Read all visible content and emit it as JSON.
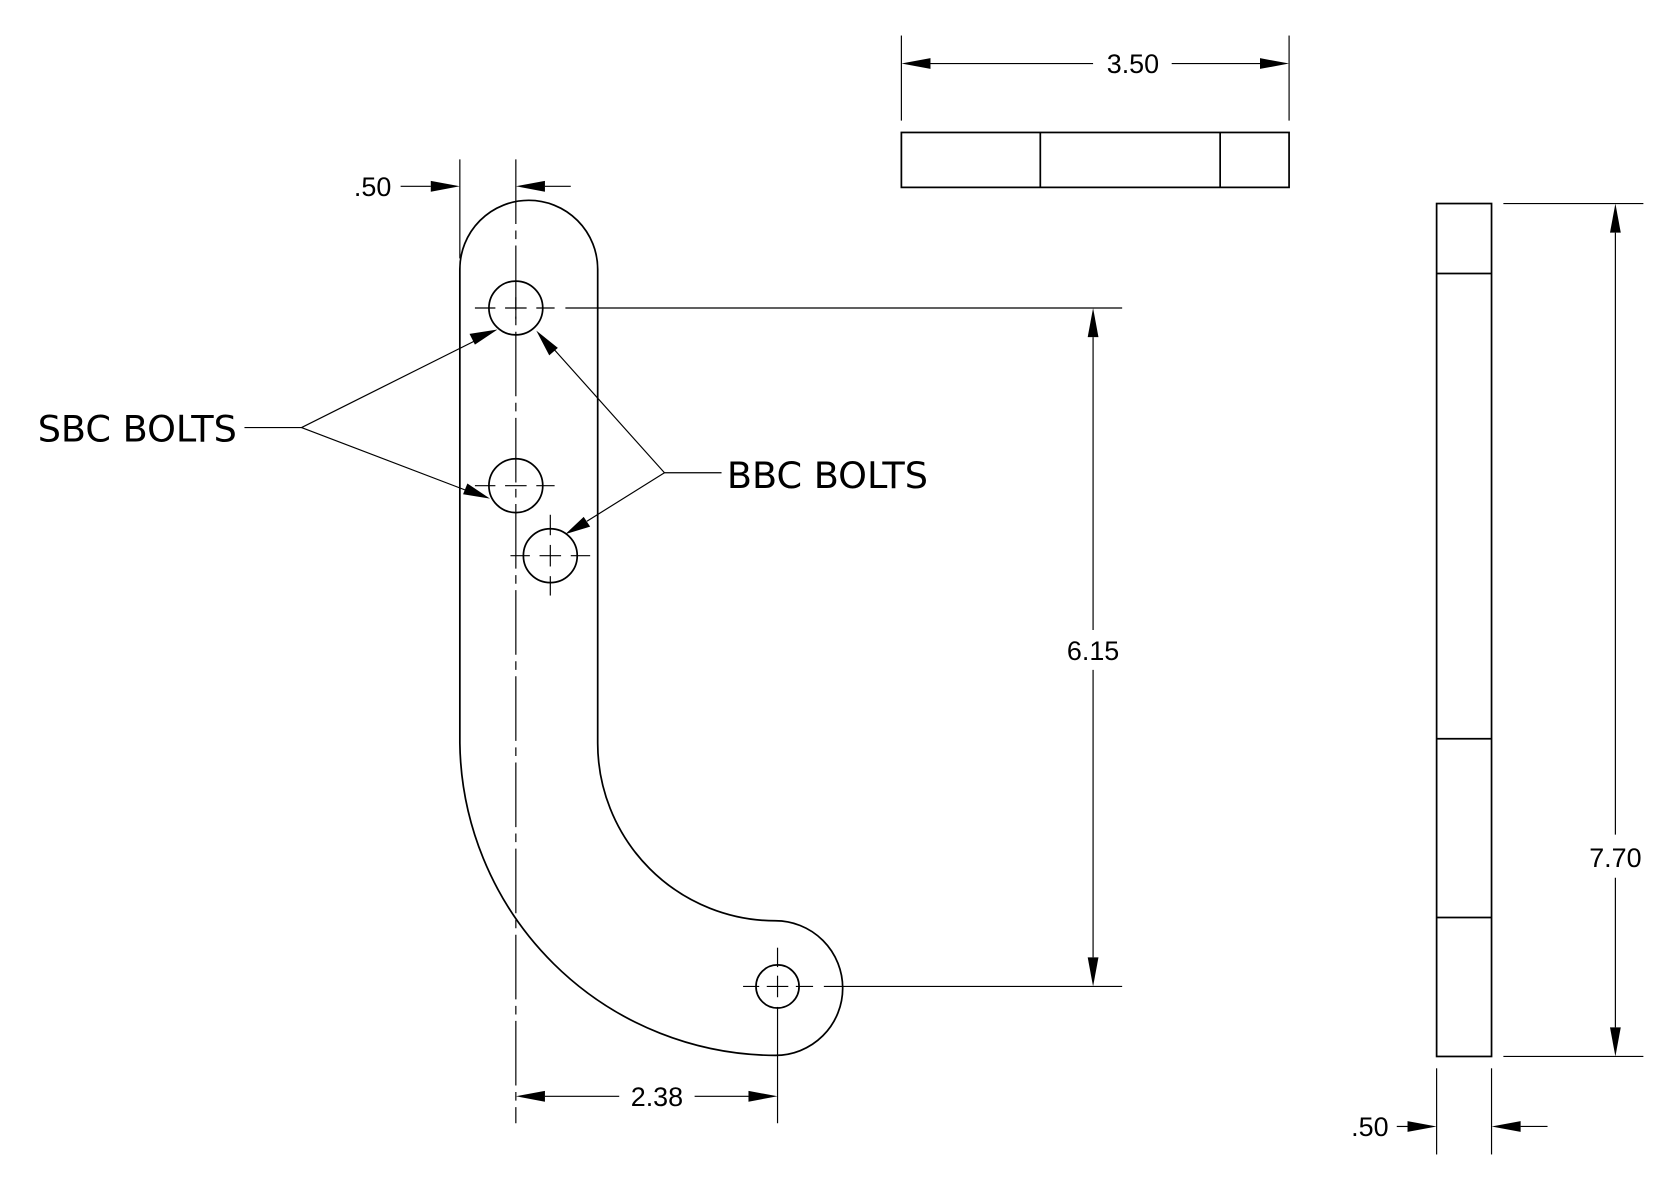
{
  "dimensions": {
    "top_offset": ".50",
    "top_view_width": "3.50",
    "hole_spacing_vertical": "6.15",
    "hole_spacing_horizontal": "2.38",
    "side_view_height": "7.70",
    "side_view_thickness": ".50"
  },
  "callouts": {
    "sbc": "SBC BOLTS",
    "bbc": "BBC BOLTS"
  }
}
